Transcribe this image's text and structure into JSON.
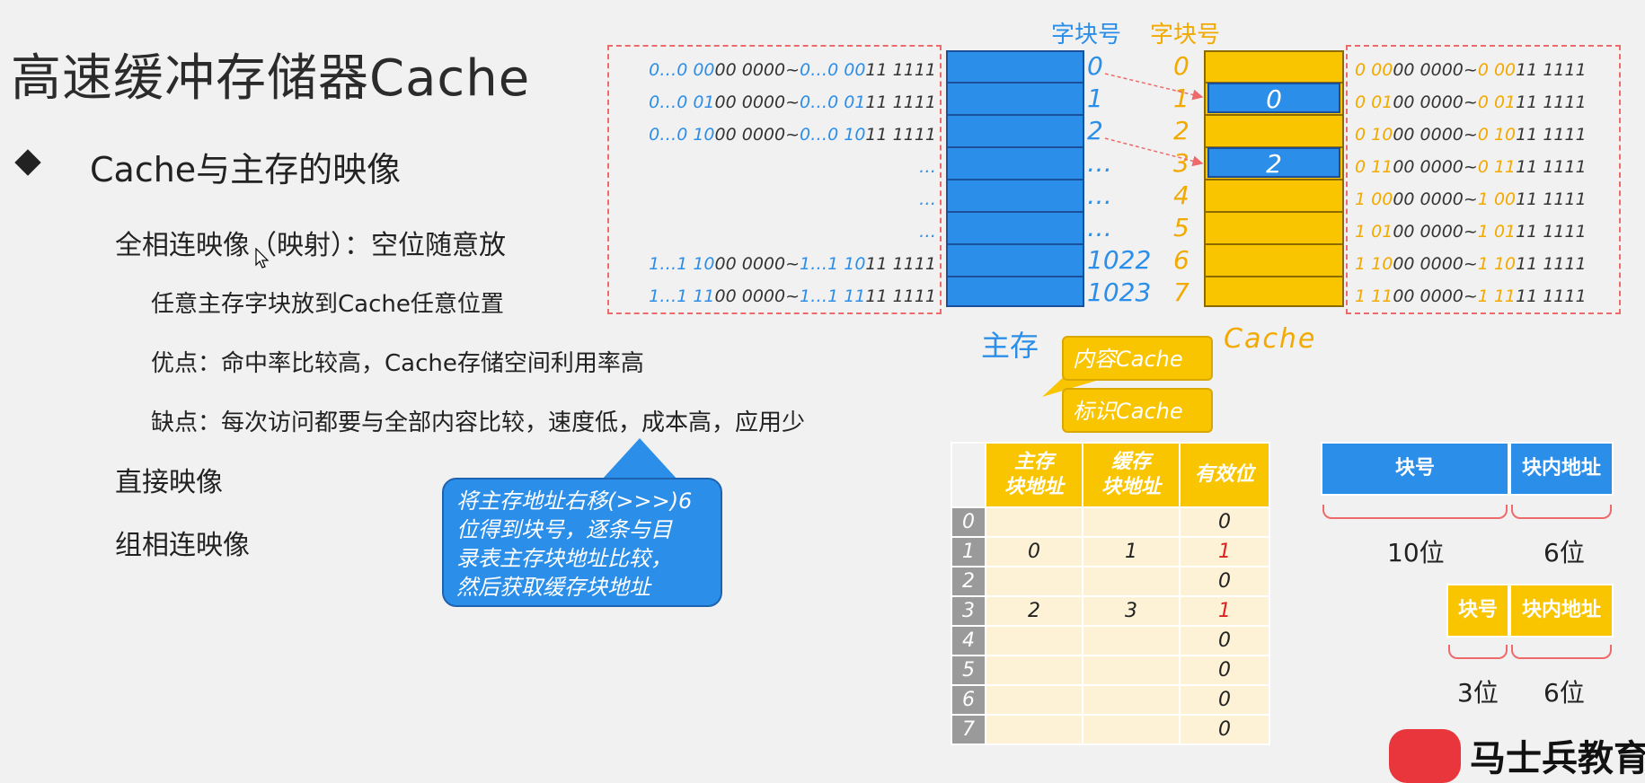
{
  "title": "高速缓冲存储器Cache",
  "section": "Cache与主存的映像",
  "items": {
    "full": "全相连映像（映射）：空位随意放",
    "full_desc": "任意主存字块放到Cache任意位置",
    "pros": "优点：命中率比较高，Cache存储空间利用率高",
    "cons": "缺点：每次访问都要与全部内容比较，速度低，成本高，应用少",
    "direct": "直接映像",
    "set": "组相连映像"
  },
  "callout": [
    "将主存地址右移(>>>)6",
    "位得到块号，逐条与目",
    "录表主存块地址比较，",
    "然后获取缓存块地址"
  ],
  "main_memory": {
    "header": "字块号",
    "label": "主存",
    "addresses": [
      {
        "p1": "0…0 00",
        "p2": "00 0000~",
        "p3": "0…0 00",
        "p4": "11 1111"
      },
      {
        "p1": "0…0 01",
        "p2": "00 0000~",
        "p3": "0…0 01",
        "p4": "11 1111"
      },
      {
        "p1": "0…0 10",
        "p2": "00 0000~",
        "p3": "0…0 10",
        "p4": "11 1111"
      },
      {
        "p1": "",
        "p2": "…",
        "p3": "",
        "p4": ""
      },
      {
        "p1": "",
        "p2": "…",
        "p3": "",
        "p4": ""
      },
      {
        "p1": "",
        "p2": "…",
        "p3": "",
        "p4": ""
      },
      {
        "p1": "1…1 10",
        "p2": "00 0000~",
        "p3": "1…1 10",
        "p4": "11 1111"
      },
      {
        "p1": "1…1 11",
        "p2": "00 0000~",
        "p3": "1…1 11",
        "p4": "11 1111"
      }
    ],
    "indices": [
      "0",
      "1",
      "2",
      "…",
      "…",
      "…",
      "1022",
      "1023"
    ]
  },
  "cache": {
    "header": "字块号",
    "label": "Cache",
    "indices": [
      "0",
      "1",
      "2",
      "3",
      "4",
      "5",
      "6",
      "7"
    ],
    "contents": {
      "row1": "0",
      "row3": "2"
    },
    "addresses": [
      {
        "p1": "0 00",
        "p2": "00 0000~",
        "p3": "0 00",
        "p4": "11 1111"
      },
      {
        "p1": "0 01",
        "p2": "00 0000~",
        "p3": "0 01",
        "p4": "11 1111"
      },
      {
        "p1": "0 10",
        "p2": "00 0000~",
        "p3": "0 10",
        "p4": "11 1111"
      },
      {
        "p1": "0 11",
        "p2": "00 0000~",
        "p3": "0 11",
        "p4": "11 1111"
      },
      {
        "p1": "1 00",
        "p2": "00 0000~",
        "p3": "1 00",
        "p4": "11 1111"
      },
      {
        "p1": "1 01",
        "p2": "00 0000~",
        "p3": "1 01",
        "p4": "11 1111"
      },
      {
        "p1": "1 10",
        "p2": "00 0000~",
        "p3": "1 10",
        "p4": "11 1111"
      },
      {
        "p1": "1 11",
        "p2": "00 0000~",
        "p3": "1 11",
        "p4": "11 1111"
      }
    ]
  },
  "tags": {
    "content": "内容Cache",
    "marker": "标识Cache"
  },
  "directory": {
    "headers": [
      "主存\n块地址",
      "缓存\n块地址",
      "有效位"
    ],
    "rows": [
      {
        "n": "0",
        "main": "",
        "cache": "",
        "valid": "0"
      },
      {
        "n": "1",
        "main": "0",
        "cache": "1",
        "valid": "1"
      },
      {
        "n": "2",
        "main": "",
        "cache": "",
        "valid": "0"
      },
      {
        "n": "3",
        "main": "2",
        "cache": "3",
        "valid": "1"
      },
      {
        "n": "4",
        "main": "",
        "cache": "",
        "valid": "0"
      },
      {
        "n": "5",
        "main": "",
        "cache": "",
        "valid": "0"
      },
      {
        "n": "6",
        "main": "",
        "cache": "",
        "valid": "0"
      },
      {
        "n": "7",
        "main": "",
        "cache": "",
        "valid": "0"
      }
    ]
  },
  "fields": {
    "main": {
      "block": "块号",
      "offset": "块内地址",
      "block_bits": "10位",
      "offset_bits": "6位"
    },
    "cache": {
      "block": "块号",
      "offset": "块内地址",
      "block_bits": "3位",
      "offset_bits": "6位"
    }
  },
  "logo_text": "马士兵教育",
  "colors": {
    "blue": "#2b8ee8",
    "yellow": "#f9c400",
    "red": "#e02020",
    "dash": "#ee6a6a"
  }
}
